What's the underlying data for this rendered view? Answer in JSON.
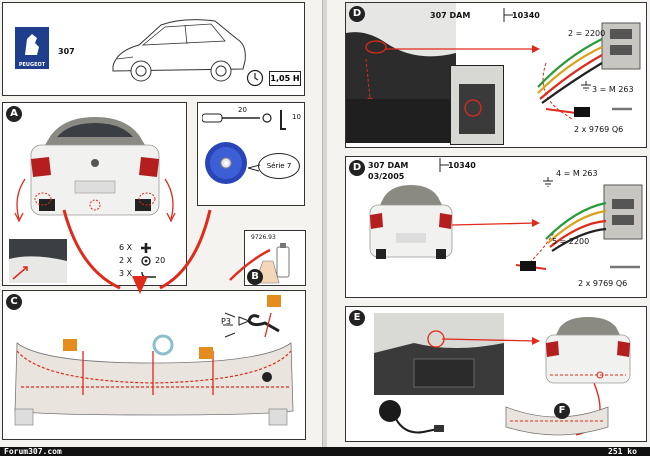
{
  "brand": {
    "logo_text": "PEUGEOT",
    "model": "307"
  },
  "time": {
    "value": "1,05 H"
  },
  "panel_a": {
    "letter": "A",
    "fasteners": [
      "6 X",
      "2 X",
      "3 X"
    ],
    "fastener_size": "20"
  },
  "tools": {
    "size_1": "20",
    "size_2": "10",
    "disc_label": "Série 7"
  },
  "panel_b": {
    "letter": "B",
    "part_number": "9726.93"
  },
  "panel_c": {
    "letter": "C",
    "lamp": "P3"
  },
  "panel_d1": {
    "letter": "D",
    "model": "307  DAM",
    "vin": "10340",
    "wire_1": "2 = 2200",
    "wire_2": "3 = M 263",
    "connector": "2 x 9769 Q6"
  },
  "panel_d2": {
    "letter": "D",
    "model": "307  DAM",
    "date": "03/2005",
    "vin": "10340",
    "wire_1": "4 = M 263",
    "wire_2": "5 = 2200",
    "connector": "2 x 9769 Q6"
  },
  "panel_e": {
    "letter": "E"
  },
  "panel_f": {
    "letter": "F"
  },
  "footer": {
    "site": "Forum307.com",
    "size": "251 ko"
  },
  "colors": {
    "arrow_red": "#e02a1a",
    "frame": "#333333",
    "logo_blue": "#1f3f8c"
  }
}
